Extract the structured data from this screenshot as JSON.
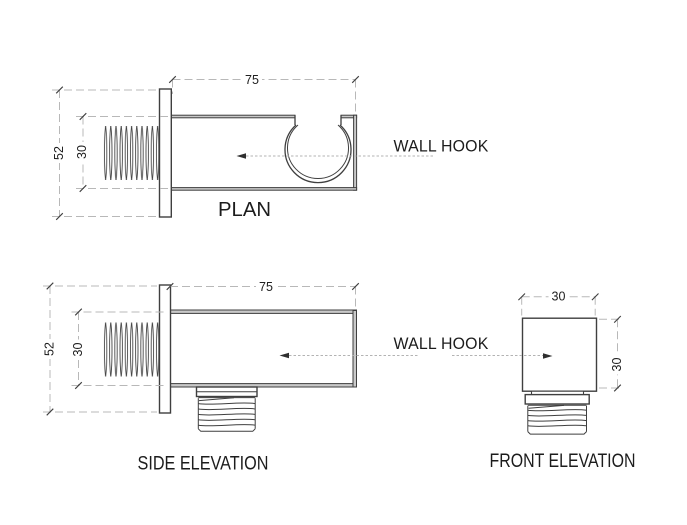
{
  "drawing": {
    "callout": "WALL HOOK",
    "views": {
      "plan": {
        "label": "PLAN",
        "dim_length": "75",
        "dim_overall": "52",
        "dim_body": "30"
      },
      "side": {
        "label": "SIDE ELEVATION",
        "dim_length": "75",
        "dim_overall": "52",
        "dim_body": "30"
      },
      "front": {
        "label": "FRONT ELEVATION",
        "dim_width": "30",
        "dim_height": "30"
      }
    },
    "colors": {
      "line": "#3f3f3f",
      "dim_line": "#b8b8b8",
      "text": "#1c1c1c",
      "edge_fill": "#c9c9c9",
      "background": "#ffffff"
    }
  }
}
